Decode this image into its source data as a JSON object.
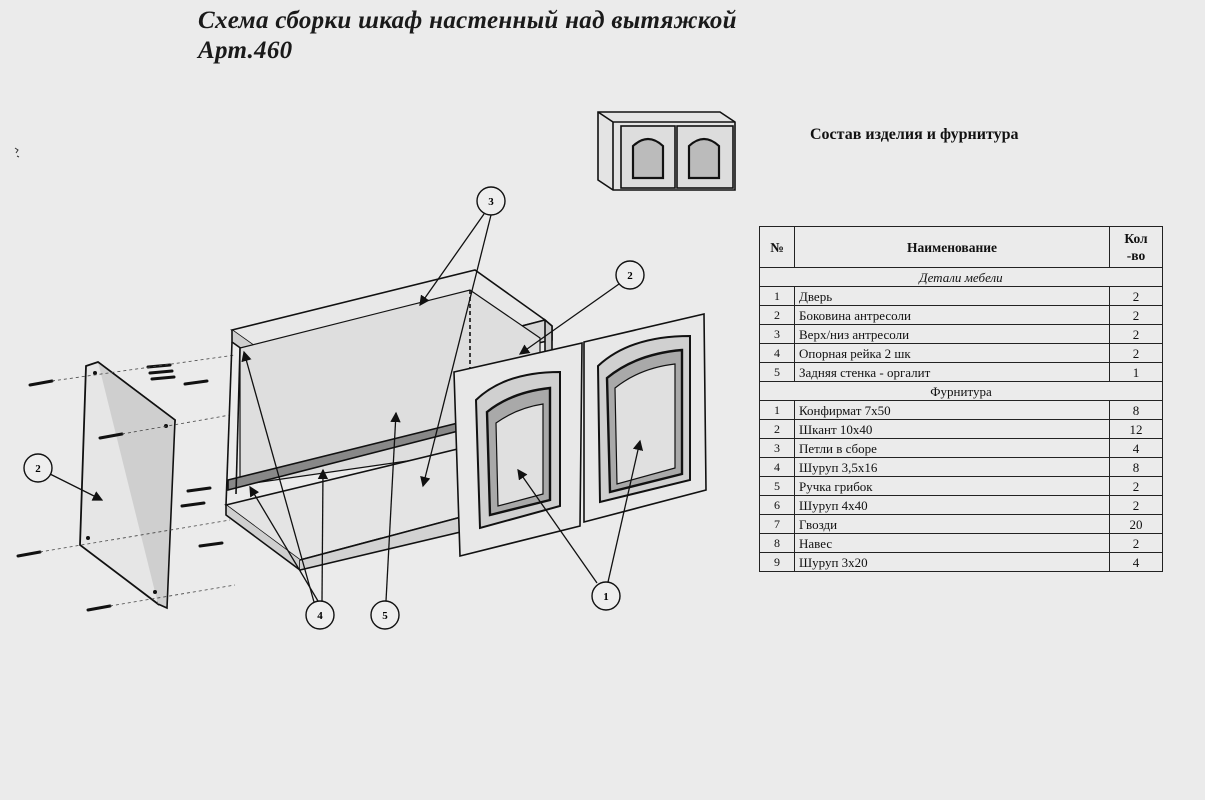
{
  "title": {
    "line1": "Схема сборки шкаф настенный над вытяжкой",
    "line2": "Арт.460"
  },
  "subtitle": "Состав изделия и фурнитура",
  "table": {
    "headers": {
      "num": "№",
      "name": "Наименование",
      "qty_line1": "Кол",
      "qty_line2": "-во"
    },
    "section_parts": "Детали мебели",
    "parts": [
      {
        "num": "1",
        "name": "Дверь",
        "qty": "2"
      },
      {
        "num": "2",
        "name": "Боковина антресоли",
        "qty": "2"
      },
      {
        "num": "3",
        "name": "Верх/низ антресоли",
        "qty": "2"
      },
      {
        "num": "4",
        "name": "Опорная рейка 2 шк",
        "qty": "2"
      },
      {
        "num": "5",
        "name": "Задняя стенка - оргалит",
        "qty": "1"
      }
    ],
    "section_hardware": "Фурнитура",
    "hardware": [
      {
        "num": "1",
        "name": "Конфирмат 7х50",
        "qty": "8"
      },
      {
        "num": "2",
        "name": "Шкант 10х40",
        "qty": "12"
      },
      {
        "num": "3",
        "name": "Петли в сборе",
        "qty": "4"
      },
      {
        "num": "4",
        "name": "Шуруп 3,5х16",
        "qty": "8"
      },
      {
        "num": "5",
        "name": "Ручка грибок",
        "qty": "2"
      },
      {
        "num": "6",
        "name": "Шуруп 4х40",
        "qty": "2"
      },
      {
        "num": "7",
        "name": "Гвозди",
        "qty": "20"
      },
      {
        "num": "8",
        "name": "Навес",
        "qty": "2"
      },
      {
        "num": "9",
        "name": "Шуруп 3х20",
        "qty": "4"
      }
    ]
  },
  "callouts": {
    "top_panel": "3",
    "side_panel_right": "2",
    "side_panel_left": "2",
    "support_rail": "4",
    "back_wall": "5",
    "doors": "1"
  }
}
